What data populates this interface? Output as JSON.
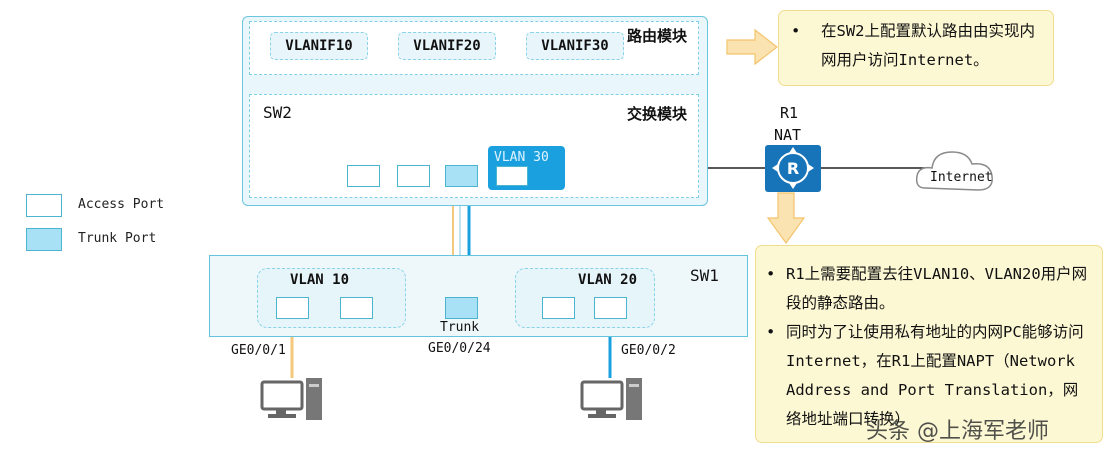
{
  "sw2": {
    "name": "SW2",
    "route_module_label": "路由模块",
    "switch_module_label": "交换模块",
    "vlanifs": [
      "VLANIF10",
      "VLANIF20",
      "VLANIF30"
    ],
    "vlan30_label": "VLAN 30"
  },
  "router": {
    "name": "R1",
    "feature": "NAT",
    "cloud_label": "Internet"
  },
  "note_top": {
    "bullet": "•",
    "text": "在SW2上配置默认路由由实现内网用户访问Internet。"
  },
  "note_bottom": {
    "bullets": [
      "R1上需要配置去往VLAN10、VLAN20用户网段的静态路由。",
      "同时为了让使用私有地址的内网PC能够访问Internet，在R1上配置NAPT（Network Address and Port Translation，网络地址端口转换）"
    ]
  },
  "sw1": {
    "name": "SW1",
    "vlan10_label": "VLAN 10",
    "vlan20_label": "VLAN 20",
    "trunk_label": "Trunk",
    "port_left": "GE0/0/1",
    "port_mid": "GE0/0/24",
    "port_right": "GE0/0/2"
  },
  "legend": {
    "access": "Access Port",
    "trunk": "Trunk Port"
  },
  "watermark": "头条 @上海军老师",
  "colors": {
    "link_orange": "#f5c97b",
    "link_blue": "#1ba0df",
    "router_blue": "#1874b8",
    "arrow": "#f6c777"
  }
}
